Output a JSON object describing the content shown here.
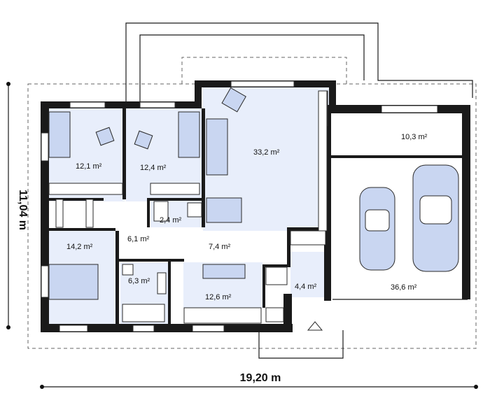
{
  "dimensions": {
    "width_label": "19,20 m",
    "height_label": "11,04 m"
  },
  "rooms": [
    {
      "id": "bedroom-1",
      "area": "12,1 m²"
    },
    {
      "id": "bedroom-2",
      "area": "12,4 m²"
    },
    {
      "id": "living-room",
      "area": "33,2 m²"
    },
    {
      "id": "bathroom-small",
      "area": "2,4 m²"
    },
    {
      "id": "hall-bedrooms",
      "area": "6,1 m²"
    },
    {
      "id": "bedroom-3",
      "area": "14,2 m²"
    },
    {
      "id": "hall-main",
      "area": "7,4 m²"
    },
    {
      "id": "bathroom",
      "area": "6,3 m²"
    },
    {
      "id": "kitchen",
      "area": "12,6 m²"
    },
    {
      "id": "entry",
      "area": "4,4 m²"
    },
    {
      "id": "storage",
      "area": "10,3 m²"
    },
    {
      "id": "garage",
      "area": "36,6 m²"
    }
  ],
  "colors": {
    "wall": "#1a1a1a",
    "room_fill": "#e8eefb",
    "furniture_fill": "#c9d6f1"
  }
}
